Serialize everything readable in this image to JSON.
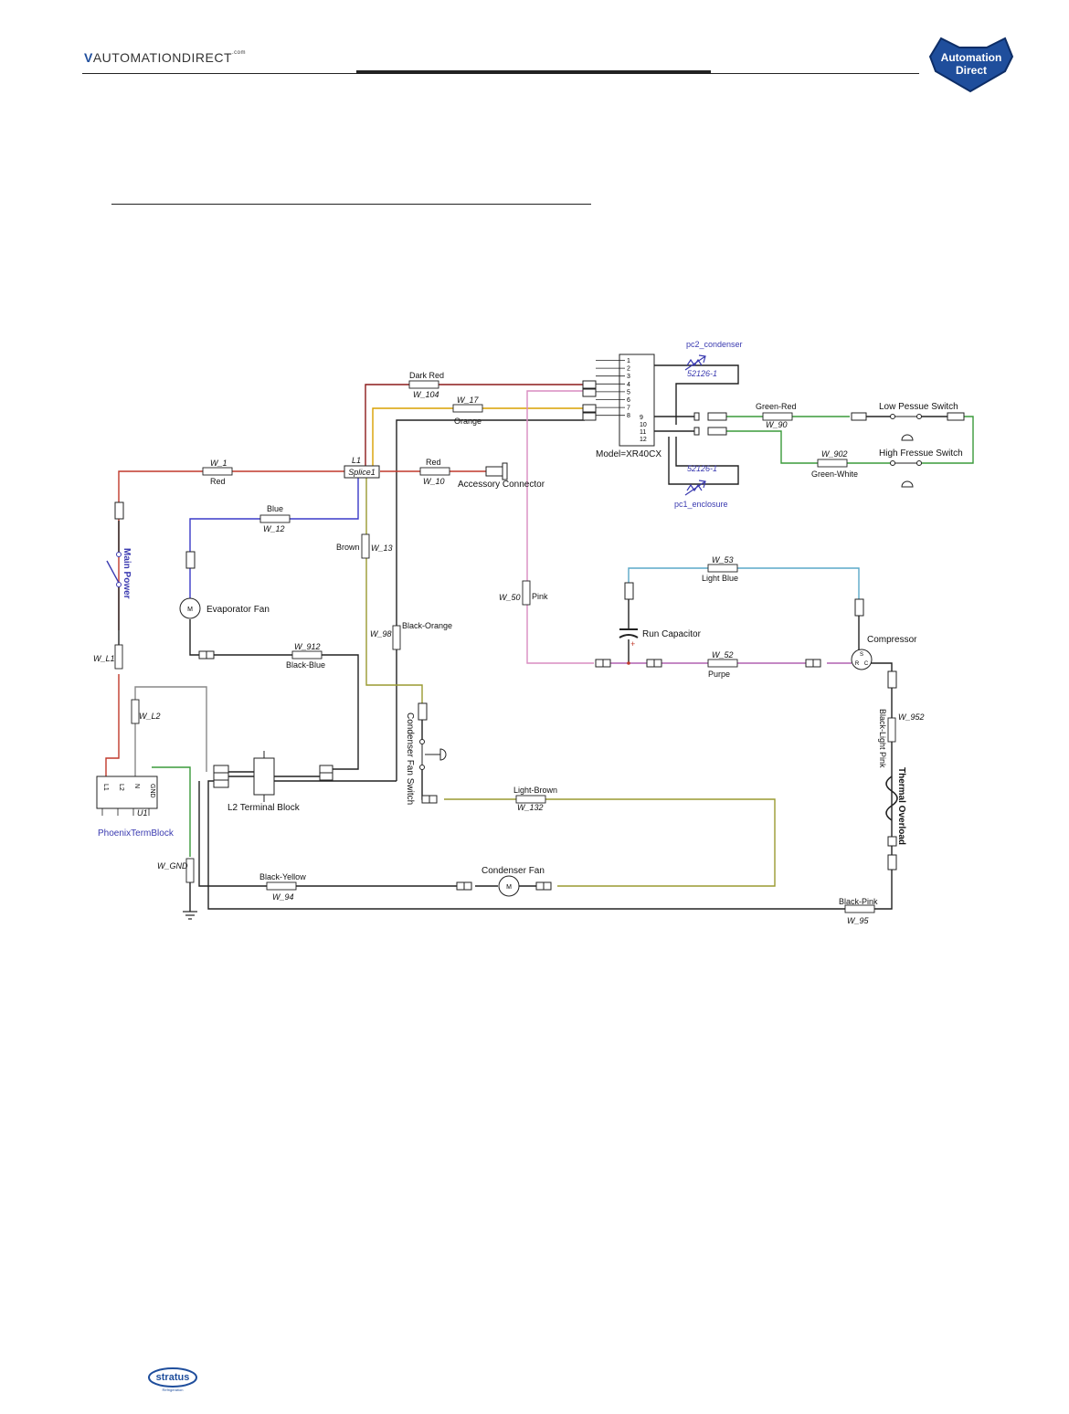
{
  "header": {
    "brand_wordmark_first": "AUTOMATION",
    "brand_wordmark_second": "DIRECT",
    "brand_suffix": ".com",
    "logo_line1": "Automation",
    "logo_line2": "Direct"
  },
  "footer": {
    "stratus_logo": "stratus",
    "stratus_sub": "Refrigeration"
  },
  "colors": {
    "red": "#c0392b",
    "dark_red": "#8b1a1a",
    "blue": "#3a3ac8",
    "orange": "#d9a000",
    "yellow_green": "#9a9a30",
    "green": "#3a9a3a",
    "pink": "#d98cc0",
    "purple": "#b060b0",
    "light_blue": "#5aa8c8",
    "black": "#222222",
    "brown": "#8b5a2b"
  },
  "diagram": {
    "wires": {
      "w1": {
        "id": "W_1",
        "color": "Red"
      },
      "w104": {
        "id": "W_104",
        "color": "Dark Red"
      },
      "w17": {
        "id": "W_17",
        "color": "Orange"
      },
      "w10": {
        "id": "W_10",
        "color": "Red"
      },
      "w12": {
        "id": "W_12",
        "color": "Blue"
      },
      "w13": {
        "id": "W_13",
        "color": "Brown"
      },
      "w98": {
        "id": "W_98",
        "color": "Black-Orange"
      },
      "w912": {
        "id": "W_912",
        "color": "Black-Blue"
      },
      "w50": {
        "id": "W_50",
        "color": "Pink"
      },
      "w53": {
        "id": "W_53",
        "color": "Light Blue"
      },
      "w52": {
        "id": "W_52",
        "color": "Purpe"
      },
      "w90": {
        "id": "W_90",
        "color": "Green-Red"
      },
      "w902": {
        "id": "W_902",
        "color": "Green-White"
      },
      "w952": {
        "id": "W_952",
        "color": "Black-Light Pink"
      },
      "w132": {
        "id": "W_132",
        "color": "Light-Brown"
      },
      "w94": {
        "id": "W_94",
        "color": "Black-Yellow"
      },
      "w95": {
        "id": "W_95",
        "color": "Black-Pink"
      },
      "wl1": {
        "id": "W_L1"
      },
      "wl2": {
        "id": "W_L2"
      },
      "wgnd": {
        "id": "W_GND"
      }
    },
    "components": {
      "splice_ref": "L1",
      "splice_name": "Splice1",
      "accessory_connector": "Accessory Connector",
      "main_power": "Main Power",
      "evaporator_fan": "Evaporator Fan",
      "controller_model": "Model=XR40CX",
      "controller_pins_left": [
        "1",
        "2",
        "3",
        "4",
        "5",
        "6",
        "7",
        "8"
      ],
      "controller_pins_right": [
        "9",
        "10",
        "11",
        "12"
      ],
      "probe_condenser": "pc2_condenser",
      "probe_enclosure": "pc1_enclosure",
      "probe_part": "52126-1",
      "low_pressure_switch": "Low Pessue Switch",
      "high_pressure_switch": "High Fressue Switch",
      "run_capacitor": "Run Capacitor",
      "compressor": "Compressor",
      "compressor_s": "S",
      "compressor_r": "R",
      "compressor_c": "C",
      "thermal_overload": "Thermal Overload",
      "condenser_fan_switch": "Condenser Fan Switch",
      "condenser_fan": "Condenser Fan",
      "l2_terminal_block": "L2 Terminal Block",
      "phoenix_term_block": "PhoenixTermBlock",
      "phoenix_ref": "U1",
      "phoenix_pins": [
        "L1",
        "L2",
        "N",
        "GND"
      ],
      "motor_symbol": "M"
    }
  }
}
